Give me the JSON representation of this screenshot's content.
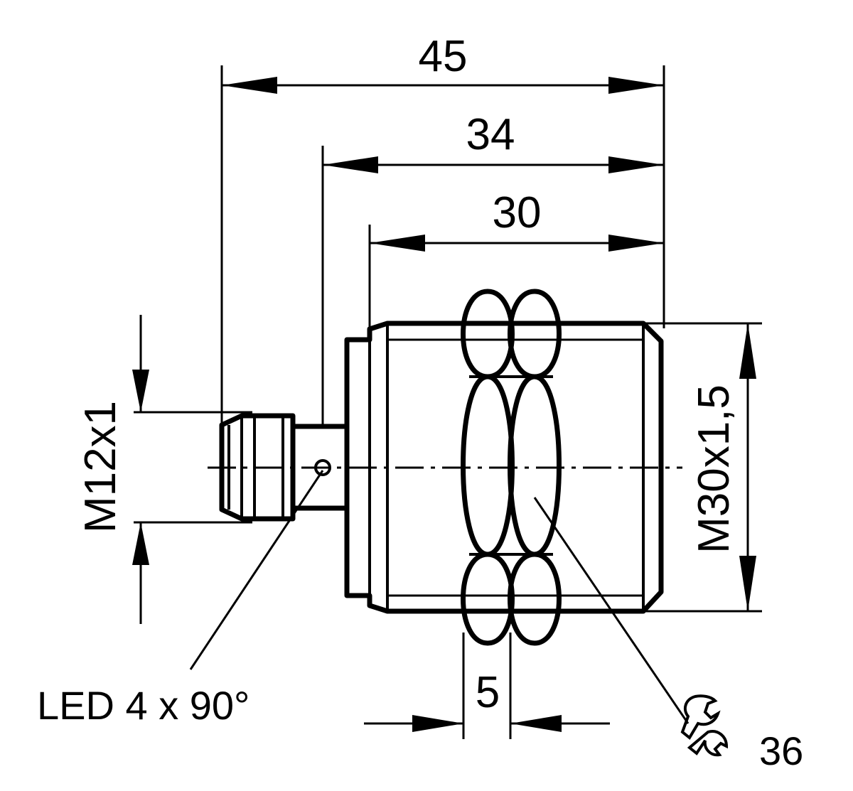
{
  "drawing": {
    "dimensions": {
      "overall_length": "45",
      "length_34": "34",
      "thread_length": "30",
      "nut_thickness": "5",
      "connector_thread": "M12x1",
      "body_thread": "M30x1,5"
    },
    "callouts": {
      "led": "LED 4 x 90°",
      "wrench_size": "36"
    },
    "icons": [
      "wrench-icon"
    ],
    "colors": {
      "line": "#000000",
      "background": "#ffffff"
    }
  }
}
